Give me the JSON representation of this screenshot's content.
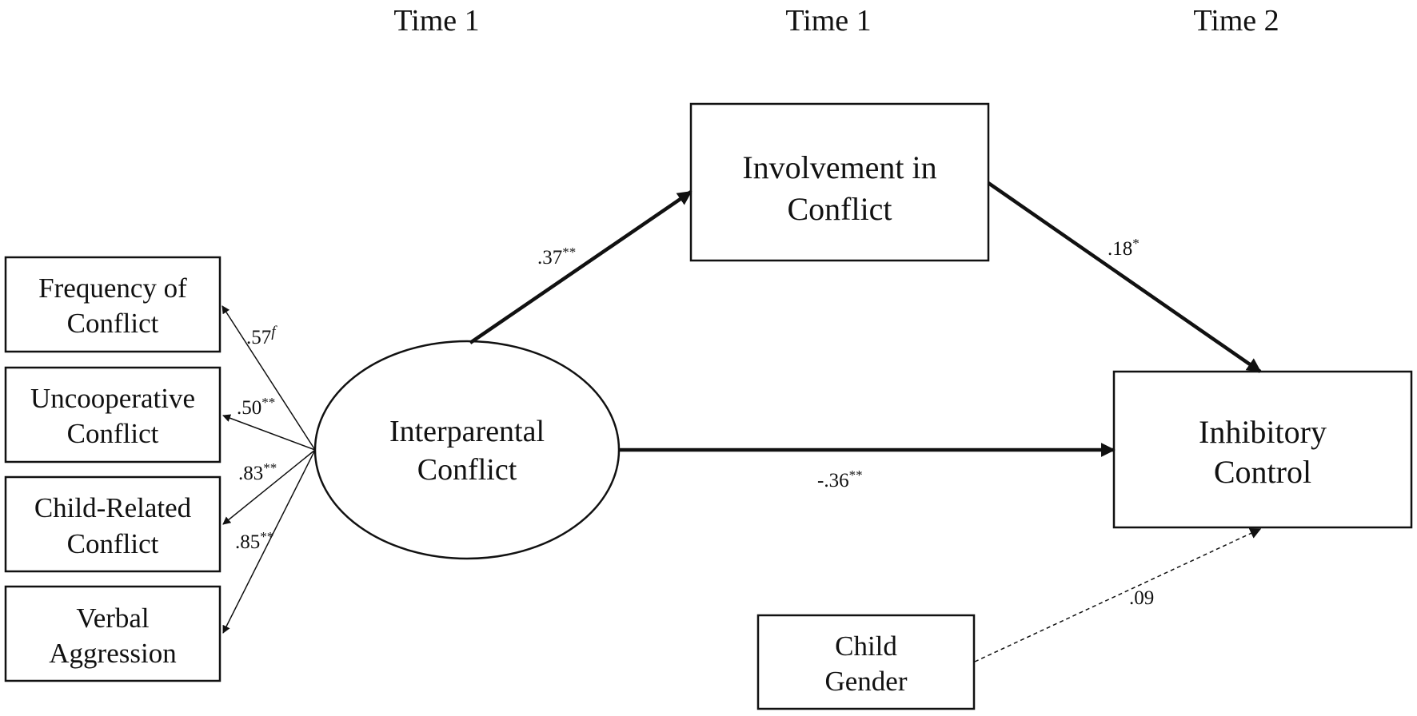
{
  "headers": {
    "time1_left": "Time 1",
    "time1_middle": "Time 1",
    "time2_right": "Time 2"
  },
  "nodes": {
    "frequency": {
      "line1": "Frequency of",
      "line2": "Conflict"
    },
    "uncooperative": {
      "line1": "Uncooperative",
      "line2": "Conflict"
    },
    "child_related": {
      "line1": "Child-Related",
      "line2": "Conflict"
    },
    "verbal": {
      "line1": "Verbal",
      "line2": "Aggression"
    },
    "interparental": {
      "line1": "Interparental",
      "line2": "Conflict"
    },
    "involvement": {
      "line1": "Involvement in",
      "line2": "Conflict"
    },
    "inhibitory": {
      "line1": "Inhibitory",
      "line2": "Control"
    },
    "gender": {
      "line1": "Child",
      "line2": "Gender"
    }
  },
  "paths": {
    "to_frequency": {
      "coef": ".57",
      "sig": "f"
    },
    "to_uncooperative": {
      "coef": ".50",
      "sig": "**"
    },
    "to_child_related": {
      "coef": ".83",
      "sig": "**"
    },
    "to_verbal": {
      "coef": ".85",
      "sig": "**"
    },
    "conflict_to_involvement": {
      "coef": ".37",
      "sig": "**"
    },
    "involvement_to_control": {
      "coef": ".18",
      "sig": "*"
    },
    "conflict_to_control": {
      "coef": "-.36",
      "sig": "**"
    },
    "gender_to_control": {
      "coef": ".09",
      "sig": ""
    }
  }
}
